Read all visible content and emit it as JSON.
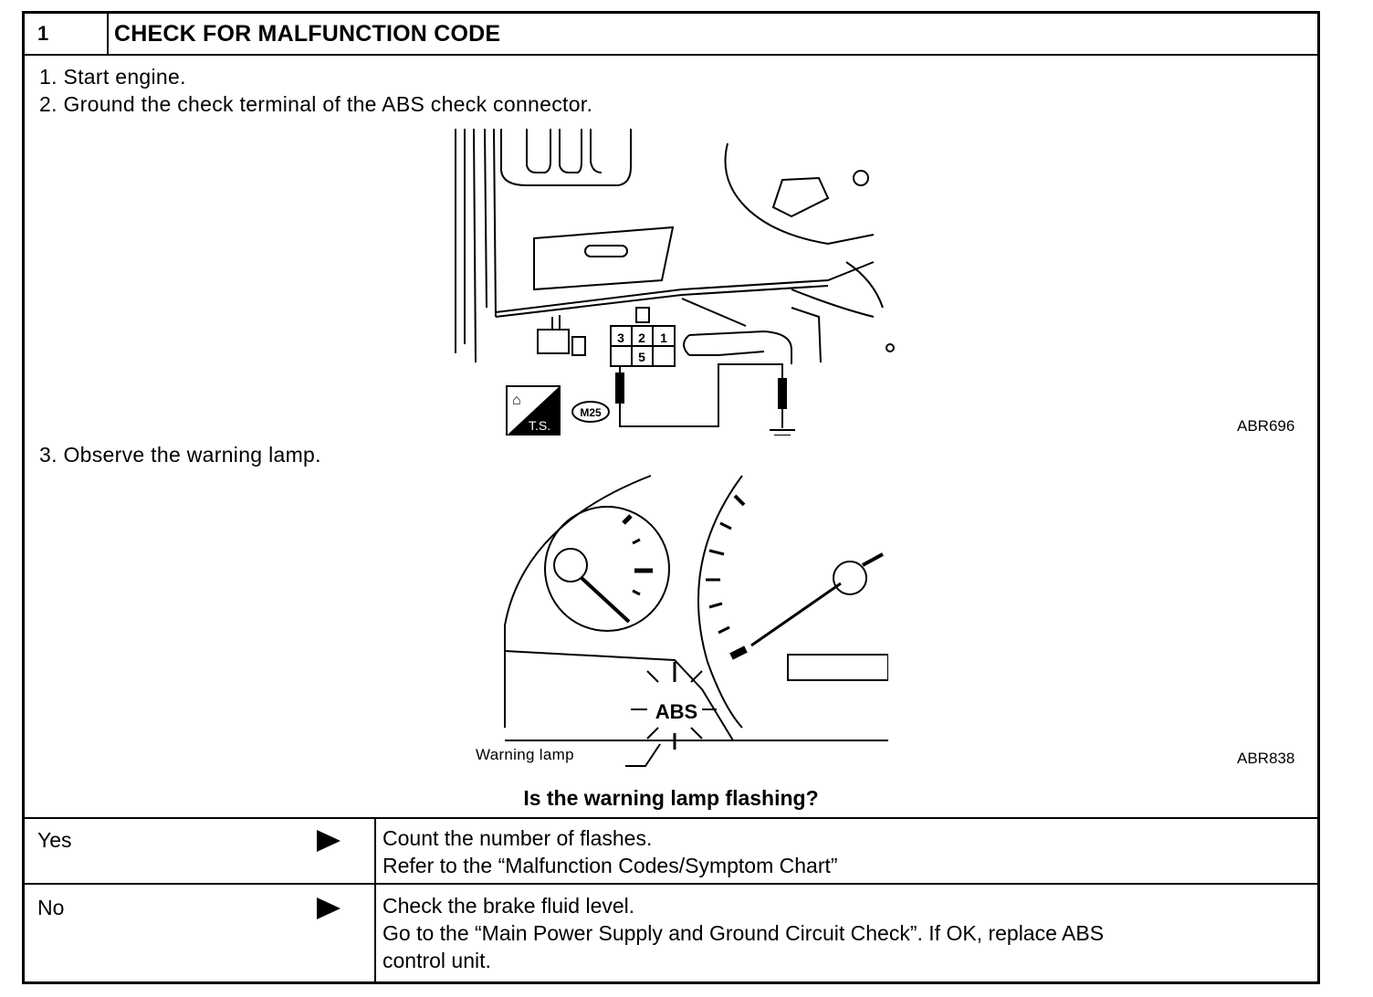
{
  "step": {
    "number": "1",
    "title": "CHECK FOR MALFUNCTION CODE"
  },
  "instructions": [
    "1.  Start engine.",
    "2.  Ground the check terminal of the ABS check connector.",
    "3.  Observe the warning lamp."
  ],
  "figure1": {
    "code": "ABR696",
    "connector_pins": [
      "3",
      "2",
      "1",
      "5"
    ],
    "connector_id": "M25",
    "badge_text": "T.S."
  },
  "figure2": {
    "code": "ABR838",
    "lamp_text": "ABS",
    "callout": "Warning lamp"
  },
  "question": "Is the warning lamp flashing?",
  "answers": [
    {
      "label": "Yes",
      "lines": [
        "Count the number of flashes.",
        "Refer to the “Malfunction Codes/Symptom Chart”"
      ]
    },
    {
      "label": "No",
      "lines": [
        "Check the brake fluid level.",
        "Go to the “Main Power Supply and Ground Circuit Check”. If OK, replace ABS",
        "control unit."
      ]
    }
  ]
}
